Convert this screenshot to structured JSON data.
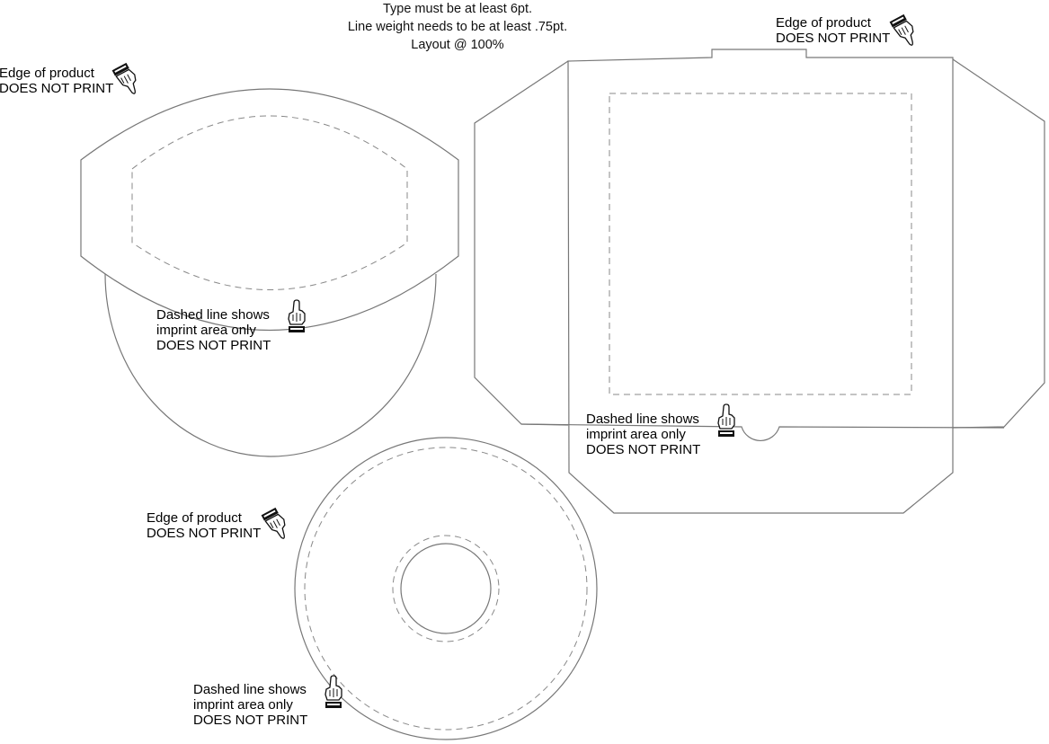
{
  "specs": {
    "line1": "Type must be at least 6pt.",
    "line2": "Line weight needs to be at least .75pt.",
    "line3": "Layout @ 100%"
  },
  "callouts": {
    "edge_top_left": {
      "line1": "Edge of product",
      "line2": "DOES NOT PRINT"
    },
    "edge_top_right": {
      "line1": "Edge of product",
      "line2": "DOES NOT PRINT"
    },
    "edge_disc": {
      "line1": "Edge of product",
      "line2": "DOES NOT PRINT"
    },
    "dashed_sleeve": {
      "line1": "Dashed line shows",
      "line2": "imprint area only",
      "line3": "DOES NOT PRINT"
    },
    "dashed_wallet": {
      "line1": "Dashed line shows",
      "line2": "imprint area only",
      "line3": "DOES NOT PRINT"
    },
    "dashed_disc": {
      "line1": "Dashed line shows",
      "line2": "imprint area only",
      "line3": "DOES NOT PRINT"
    }
  },
  "icons": {
    "pointing_hand": "pointing-hand-icon"
  },
  "colors": {
    "cut_line": "#777777",
    "imprint_line": "#888888",
    "text": "#000000"
  }
}
